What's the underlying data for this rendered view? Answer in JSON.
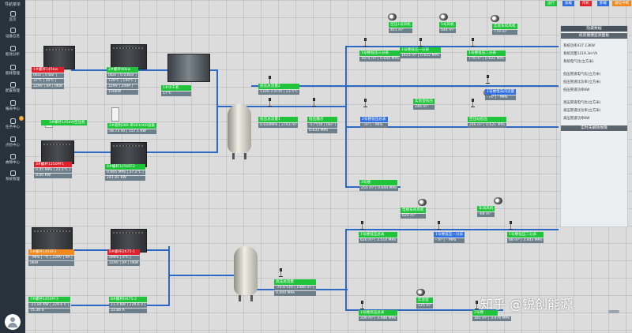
{
  "sidebar": {
    "title": "导航菜单",
    "items": [
      {
        "label": "首页",
        "icon": "home-icon"
      },
      {
        "label": "设备信息",
        "icon": "device-icon"
      },
      {
        "label": "能效分析",
        "icon": "energy-icon"
      },
      {
        "label": "能耗管理",
        "icon": "consumption-icon"
      },
      {
        "label": "配置管理",
        "icon": "config-icon"
      },
      {
        "label": "报表中心",
        "icon": "report-icon"
      },
      {
        "label": "任务中心",
        "icon": "task-icon",
        "badge": "1"
      },
      {
        "label": "点检中心",
        "icon": "inspection-icon"
      },
      {
        "label": "故障中心",
        "icon": "fault-icon"
      },
      {
        "label": "系统管理",
        "icon": "system-icon"
      }
    ]
  },
  "top_buttons": [
    {
      "label": "运行",
      "color": "#1fc43b"
    },
    {
      "label": "加载",
      "color": "#2f6fe0"
    },
    {
      "label": "停机",
      "color": "#e0202a"
    },
    {
      "label": "卸载",
      "color": "#2f6fe0"
    },
    {
      "label": "通信中断",
      "color": "#f08a1e"
    }
  ],
  "compressors": [
    {
      "name": "1#螺杆145kw",
      "color": "#e0202a",
      "rows": [
        "0bar | 0 bar |",
        "37℃ | 35℃ |",
        "229V | 0A | 0KW"
      ]
    },
    {
      "name": "2#螺杆90kw",
      "color": "#1fc43b",
      "rows": [
        "0bar | 0.03bar |",
        "139℃ | 140℃ |",
        "229V | 249A |",
        "156KW"
      ]
    },
    {
      "name": "3#螺杆145kW空压机",
      "color": "#1fc43b",
      "rows": []
    },
    {
      "name": "3#螺杆1250PF1",
      "color": "#e0202a",
      "rows": [
        "0.45 MPa | 23.5℃ |",
        "0.00 KW"
      ]
    },
    {
      "name": "4#螺杆1250FF2",
      "color": "#1fc43b",
      "rows": [
        "0.665 MPa | 37.2℃ |",
        "241.81 KW"
      ]
    },
    {
      "name": "5#螺杆1450F3",
      "color": "#f08a1e",
      "rows": [
        "- MPa | -℃ | 229V | 0A |",
        "0KW"
      ]
    },
    {
      "name": "6#螺杆DX75-1",
      "color": "#e0202a",
      "rows": [
        "0MPa | 0℃ |",
        "229V | 0A | 0KW"
      ]
    },
    {
      "name": "7#螺杆1450FF3",
      "color": "#1fc43b",
      "rows": [
        "-21.84 KW | 229.6 V |",
        "75.36 A"
      ]
    },
    {
      "name": "8#螺杆DX75-2",
      "color": "#1fc43b",
      "rows": [
        "11.4 KW | 229.6 V |",
        "33.86 A"
      ]
    }
  ],
  "dryer": {
    "name": "1#冷干机",
    "value": "17℃"
  },
  "dryer2": {
    "name": "2#吸附280-单SR1000设备",
    "value": "58.73 Hz | 157.1 KW"
  },
  "pipe_labels": [
    {
      "name": "低压总流量2",
      "value": "1320.3 m³/h | 23.5℃"
    },
    {
      "name": "低压总流量1",
      "value": "0.644MPa | 2743 m³"
    },
    {
      "name": "低压露点",
      "value": "-57℃td | 0m³ |",
      "value2": "0.633 MPa"
    },
    {
      "name": "高压总流量",
      "value": "-70.6℃td | 1080 m³ |",
      "value2": "0.000 MPa"
    }
  ],
  "users_top": [
    {
      "name": "1号楼低压三分表",
      "value": "1874 m³ | 0.644 MPa"
    },
    {
      "name": "1号楼低压一分表",
      "value": "1423 m³ | 0.622 MPa"
    },
    {
      "name": "1号楼低压二分表",
      "value": "779 m³ | 0.622 MPa"
    },
    {
      "name": "1号楼电车间流量",
      "value": "- m³ | - MPa"
    },
    {
      "name": "实验室低压",
      "value": "246 m³"
    },
    {
      "name": "2号楼低压总表",
      "value": "- m³ | - MPa"
    },
    {
      "name": "空压站低压",
      "value": "246 m³ | 0.621 MPa"
    },
    {
      "name": "3号楼",
      "value": "255 m³ | 0.644 MPa"
    }
  ],
  "users_bottom": [
    {
      "name": "1号楼低压总表",
      "value": "620 m³ | 3.514 MPa"
    },
    {
      "name": "1号楼低压一分表",
      "value": "- m³ | - MPa"
    },
    {
      "name": "1号楼低压二分表",
      "value": "68 m³ | 3.443 MPa"
    },
    {
      "name": "1号楼高压总表",
      "value": "336 m³ | 3.488 MPa"
    },
    {
      "name": "实验室",
      "value": "125 m³"
    },
    {
      "name": "2号楼",
      "value": "181 m³ | 3.476 MPa"
    }
  ],
  "fans": [
    {
      "name": "空压1号风机",
      "value": "451 m³"
    },
    {
      "name": "5号风机",
      "value": "644 m³"
    },
    {
      "name": "实验车间风机",
      "value": "779 m³"
    },
    {
      "name": "电镀车间风机",
      "value": "620 m³"
    },
    {
      "name": "车间风机",
      "value": "-68 m³"
    }
  ],
  "panel": {
    "title": "隐藏数据",
    "section1": "机房健康监测面板",
    "lines1": [
      "系统功率437.13KW",
      "系统流量1219.3m³/h",
      "系统电气比(立方米)"
    ],
    "lines2": [
      "低压管道电气比(立方米)",
      "低压管道比功率(立方米)",
      "低压管道功率KW"
    ],
    "lines3": [
      "高压管道电气比(立方米)",
      "高压管道比功率(立方米)",
      "高压管道功率KW"
    ],
    "section2": "实时未解除故障"
  },
  "watermark": "知乎 @锐创能源"
}
